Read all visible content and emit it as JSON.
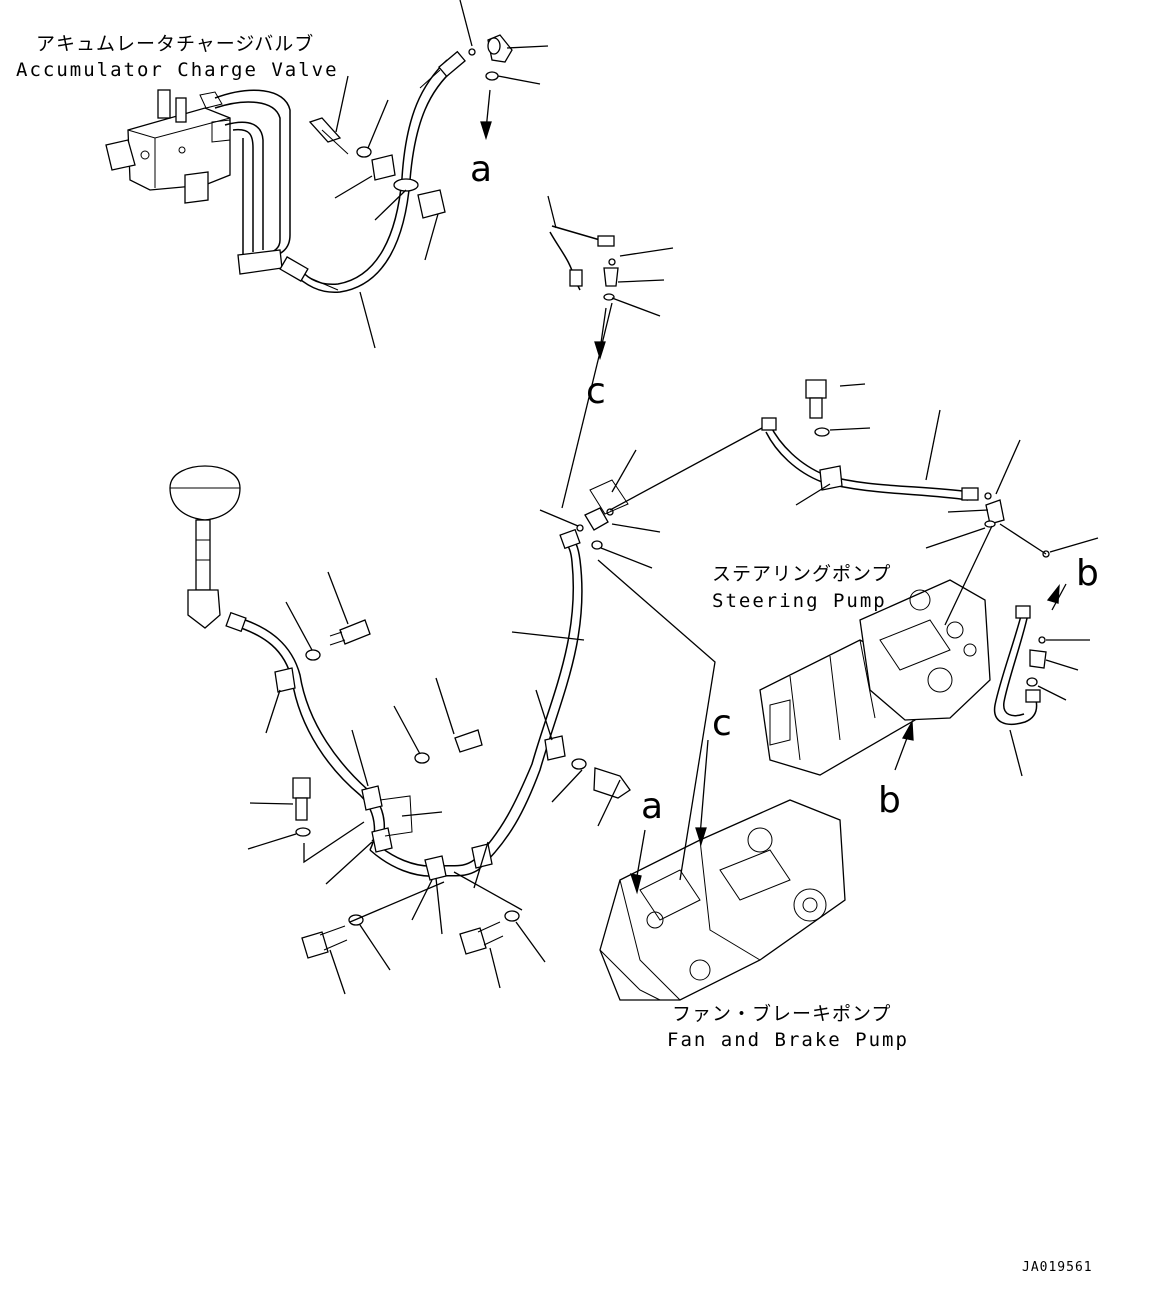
{
  "labels": {
    "accumulator_jp": "アキュムレータチャージバルブ",
    "accumulator_en": "Accumulator Charge Valve",
    "steering_jp": "ステアリングポンプ",
    "steering_en": "Steering Pump",
    "fan_jp": "ファン・ブレーキポンプ",
    "fan_en": "Fan and Brake Pump"
  },
  "refs": {
    "a_top": "a",
    "c_top": "c",
    "b_right": "b",
    "b_bottom": "b",
    "c_lower": "c",
    "a_lower": "a"
  },
  "drawing_code": "JA019561",
  "colors": {
    "ink": "#000000",
    "paper": "#ffffff"
  }
}
